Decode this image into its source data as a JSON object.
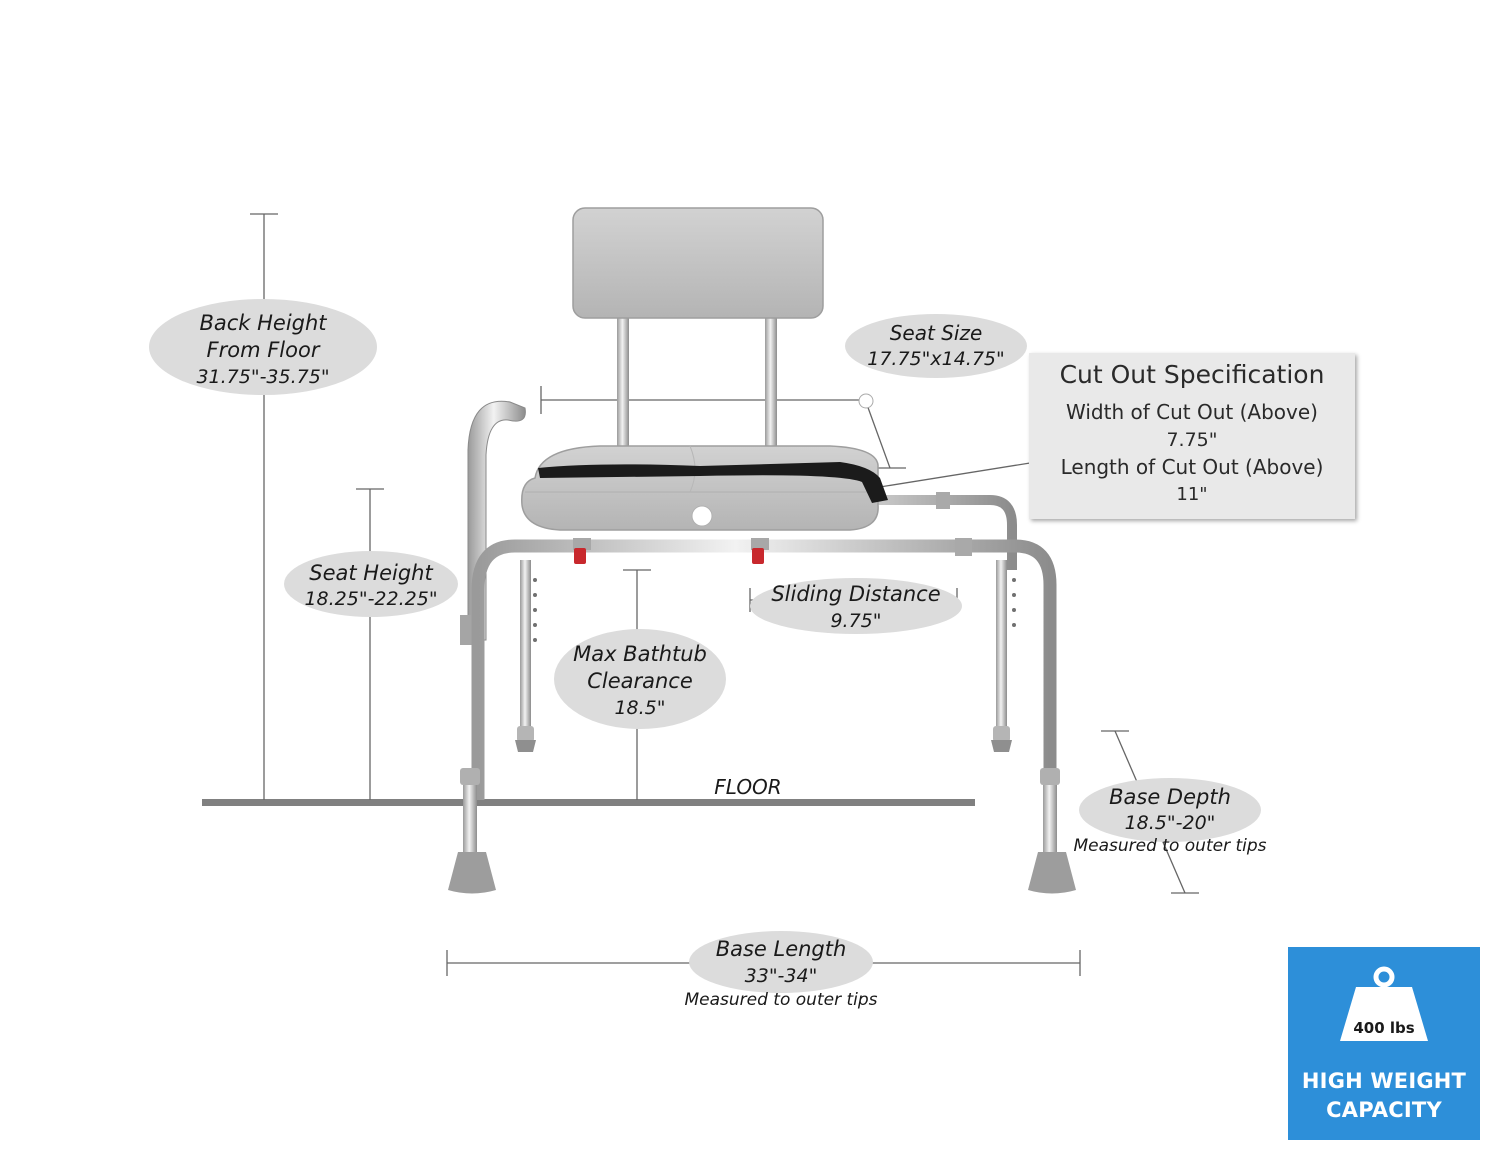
{
  "labels": {
    "back_height": [
      "Back Height",
      "From Floor",
      "31.75\"-35.75\""
    ],
    "seat_size": [
      "Seat Size",
      "17.75\"x14.75\""
    ],
    "seat_height": [
      "Seat Height",
      "18.25\"-22.25\""
    ],
    "sliding_distance": [
      "Sliding Distance",
      "9.75\""
    ],
    "max_bathtub": [
      "Max Bathtub",
      "Clearance",
      "18.5\""
    ],
    "floor": "FLOOR",
    "base_depth": [
      "Base Depth",
      "18.5\"-20\"",
      "Measured to outer tips"
    ],
    "base_length": [
      "Base Length",
      "33\"-34\"",
      "Measured to outer tips"
    ]
  },
  "cut_out": {
    "title": "Cut Out Specification",
    "width_label": "Width of Cut Out (Above)",
    "width_value": "7.75\"",
    "length_label": "Length of Cut Out (Above)",
    "length_value": "11\""
  },
  "badge": {
    "weight": "400 lbs",
    "line1": "HIGH WEIGHT",
    "line2": "CAPACITY",
    "color": "#2d8fd9"
  },
  "colors": {
    "ellipse": "#dcdcdc",
    "floor": "#808080",
    "seat": "#c9c9c9",
    "frame": "#c4c4c4",
    "red_clamp": "#c8282d"
  }
}
